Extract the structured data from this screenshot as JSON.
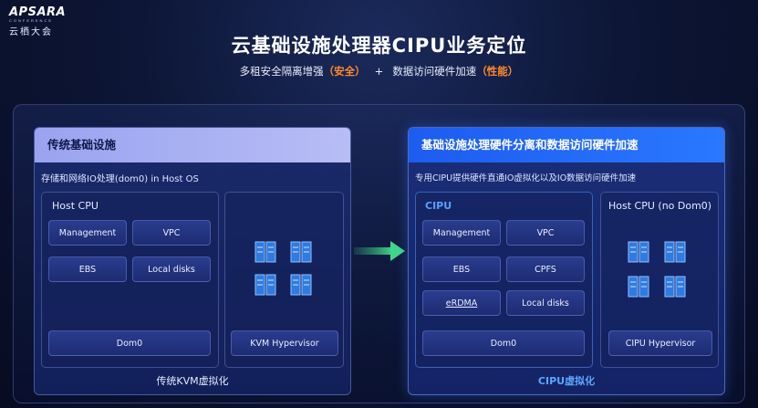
{
  "logo": {
    "brand": "APSARA",
    "sub": "CONFERENCE",
    "cn": "云栖大会"
  },
  "title": "云基础设施处理器CIPU业务定位",
  "subtitle": {
    "part1": "多租安全隔离增强",
    "hl1": "（安全）",
    "plus": "+",
    "part2": "数据访问硬件加速",
    "hl2": "（性能）"
  },
  "colors": {
    "accent_orange": "#ff8a2b",
    "accent_blue": "#2a78ff",
    "left_header": "#b8bdf5",
    "arrow_green": "#3fd68a"
  },
  "left": {
    "header": "传统基础设施",
    "desc": "存储和网络IO处理(dom0) in Host OS",
    "host_title": "Host CPU",
    "chips": [
      "Management",
      "VPC",
      "EBS",
      "Local disks"
    ],
    "dom0": "Dom0",
    "hypervisor": "KVM Hypervisor",
    "footer": "传统KVM虚拟化"
  },
  "right": {
    "header": "基础设施处理硬件分离和数据访问硬件加速",
    "desc": "专用CIPU提供硬件直通IO虚拟化以及IO数据访问硬件加速",
    "cipu_title": "CIPU",
    "chips": [
      "Management",
      "VPC",
      "EBS",
      "CPFS",
      "eRDMA",
      "Local disks"
    ],
    "dom0": "Dom0",
    "host_title": "Host CPU (no Dom0)",
    "hypervisor": "CIPU Hypervisor",
    "footer": "CIPU虚拟化"
  },
  "icons": {
    "server": "server-icon",
    "arrow": "arrow-right-icon"
  }
}
